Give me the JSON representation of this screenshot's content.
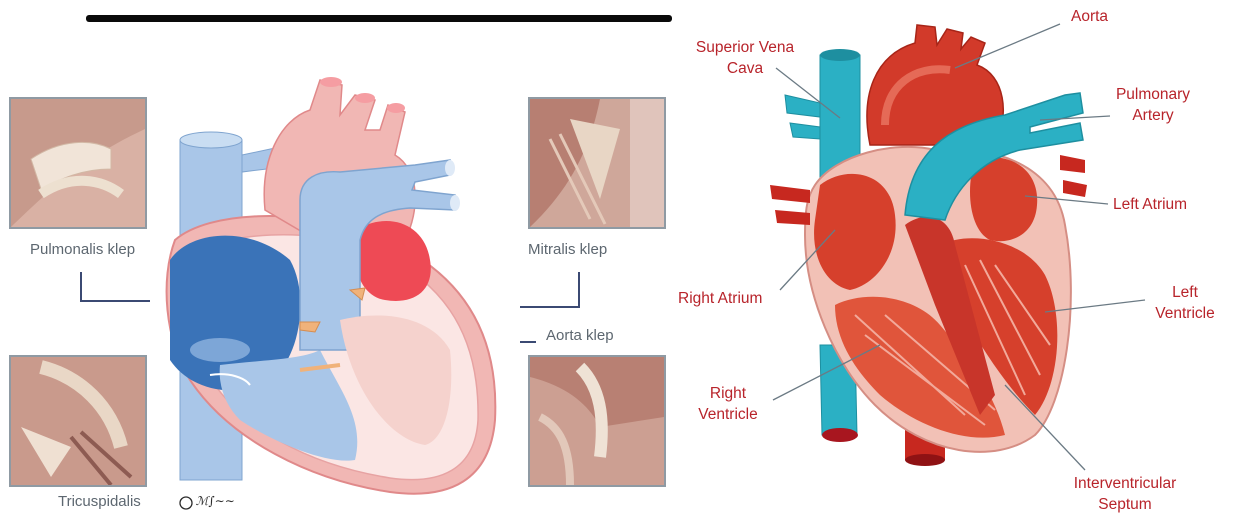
{
  "left_panel": {
    "labels": {
      "pulmonalis": "Pulmonalis klep",
      "mitralis": "Mitralis klep",
      "aorta": "Aorta klep",
      "tricuspidalis": "Tricuspidalis"
    },
    "copyright_symbol": "©"
  },
  "right_panel": {
    "labels": {
      "aorta": "Aorta",
      "svc_line1": "Superior Vena",
      "svc_line2": "Cava",
      "pa_line1": "Pulmonary",
      "pa_line2": "Artery",
      "left_atrium": "Left Atrium",
      "right_atrium": "Right Atrium",
      "lv_line1": "Left",
      "lv_line2": "Ventricle",
      "rv_line1": "Right",
      "rv_line2": "Ventricle",
      "ivs_line1": "Interventricular",
      "ivs_line2": "Septum"
    }
  },
  "colors": {
    "label_red": "#b8242b",
    "label_gray": "#5d6770",
    "vein_blue": "#2bb0c4",
    "heart_red": "#d6402c",
    "heart_pink": "#f0b4b4",
    "left_blue": "#a9c6e8"
  }
}
